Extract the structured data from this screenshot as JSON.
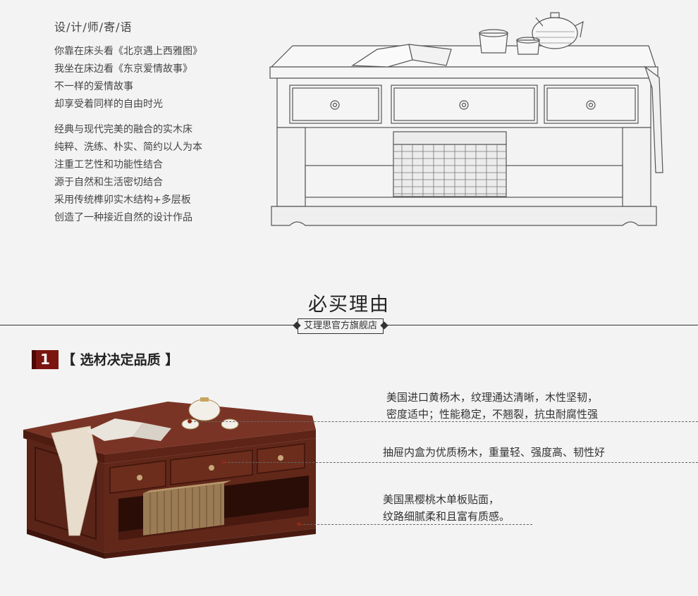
{
  "designer": {
    "title": "设/计/师/寄/语",
    "poem": [
      "你靠在床头看《北京遇上西雅图》",
      "我坐在床边看《东京爱情故事》",
      "不一样的爱情故事",
      "却享受着同样的自由时光"
    ],
    "features": [
      "经典与现代完美的融合的实木床",
      "纯粹、洗练、朴实、简约以人为本",
      "注重工艺性和功能性结合",
      "源于自然和生活密切结合",
      "采用传统榫卯实木结构+多层板",
      "创造了一种接近自然的设计作品"
    ]
  },
  "section": {
    "title": "必买理由",
    "brand": "艾理思官方旗舰店"
  },
  "item1": {
    "number": "1",
    "title": "【 选材决定品质 】",
    "notes": [
      {
        "lines": [
          "美国进口黄杨木，纹理通达清晰，木性坚韧，",
          "密度适中；性能稳定，不翘裂，抗虫耐腐性强"
        ]
      },
      {
        "lines": [
          "抽屉内盒为优质杨木，重量轻、强度高、韧性好"
        ]
      },
      {
        "lines": [
          "美国黑樱桃木单板贴面，",
          "纹路细腻柔和且富有质感。"
        ]
      }
    ]
  },
  "colors": {
    "wood": "#5a2418",
    "badge": "#7b1510",
    "background": "#f3f3f3"
  }
}
